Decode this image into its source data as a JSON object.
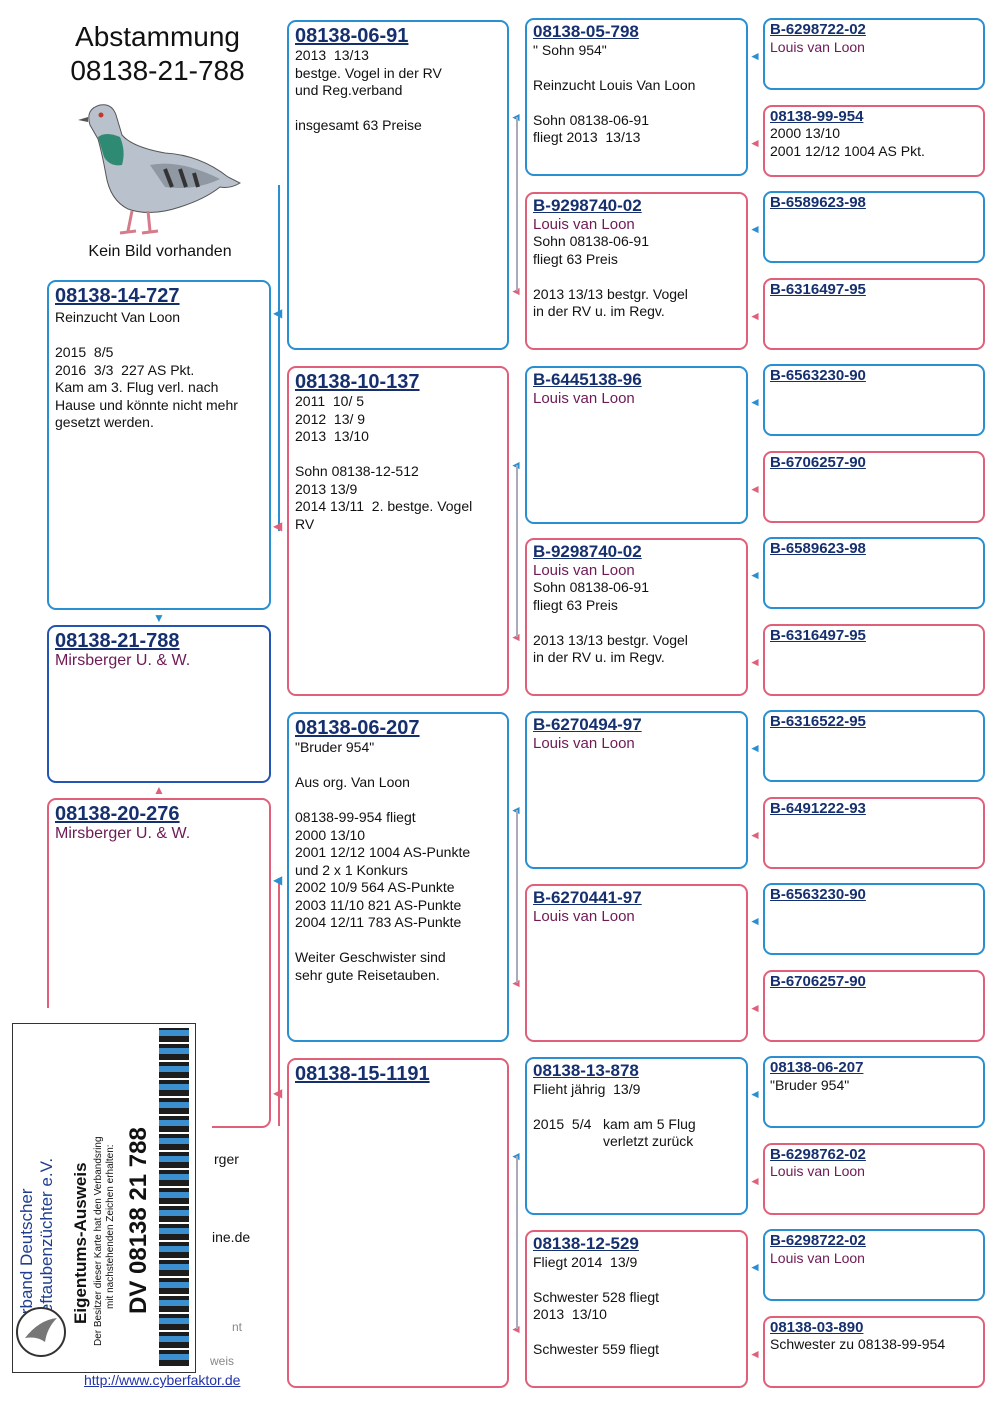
{
  "header": {
    "title_line1": "Abstammung",
    "title_line2": "08138-21-788",
    "no_image_caption": "Kein Bild vorhanden"
  },
  "subject": {
    "id": "08138-21-788",
    "owner": "Mirsberger U. & W."
  },
  "father": {
    "id": "08138-14-727",
    "lines": [
      "Reinzucht Van Loon",
      "",
      "2015  8/5",
      "2016  3/3  227 AS Pkt.",
      "Kam am 3. Flug verl. nach",
      "Hause und könnte nicht mehr",
      "gesetzt werden."
    ]
  },
  "mother": {
    "id": "08138-20-276",
    "owner": "Mirsberger U. & W."
  },
  "ff": {
    "id": "08138-06-91",
    "lines": [
      "2013  13/13",
      "bestge. Vogel in der RV",
      "und Reg.verband",
      "",
      "insgesamt 63 Preise"
    ]
  },
  "fm": {
    "id": "08138-10-137",
    "lines": [
      "2011  10/ 5",
      "2012  13/ 9",
      "2013  13/10",
      "",
      "Sohn 08138-12-512",
      "2013 13/9",
      "2014 13/11  2. bestge. Vogel",
      "RV"
    ]
  },
  "mf": {
    "id": "08138-06-207",
    "lines": [
      "\"Bruder 954\"",
      "",
      "Aus org. Van Loon",
      "",
      "08138-99-954 fliegt",
      "2000 13/10",
      "2001 12/12 1004 AS-Punkte",
      "und 2 x 1 Konkurs",
      "2002 10/9 564 AS-Punkte",
      "2003 11/10 821 AS-Punkte",
      "2004 12/11 783 AS-Punkte",
      "",
      "Weiter Geschwister sind",
      "sehr gute Reisetauben."
    ]
  },
  "mm": {
    "id": "08138-15-1191",
    "lines": []
  },
  "gen3": [
    {
      "id": "08138-05-798",
      "lines": [
        "\" Sohn 954\"",
        "",
        "Reinzucht Louis Van Loon",
        "",
        "Sohn 08138-06-91",
        "fliegt 2013  13/13"
      ]
    },
    {
      "id": "B-9298740-02",
      "owner": "Louis van Loon",
      "lines": [
        "Sohn 08138-06-91",
        "fliegt 63 Preis",
        "",
        "2013 13/13 bestgr. Vogel",
        "in der RV u. im Regv."
      ]
    },
    {
      "id": "B-6445138-96",
      "owner": "Louis van Loon",
      "lines": []
    },
    {
      "id": "B-9298740-02",
      "owner": "Louis van Loon",
      "lines": [
        "Sohn 08138-06-91",
        "fliegt 63 Preis",
        "",
        "2013 13/13 bestgr. Vogel",
        "in der RV u. im Regv."
      ]
    },
    {
      "id": "B-6270494-97",
      "owner": "Louis van Loon",
      "lines": []
    },
    {
      "id": "B-6270441-97",
      "owner": "Louis van Loon",
      "lines": []
    },
    {
      "id": "08138-13-878",
      "lines": [
        "Flieht jährig  13/9",
        "",
        "2015  5/4   kam am 5 Flug",
        "                  verletzt zurück"
      ]
    },
    {
      "id": "08138-12-529",
      "lines": [
        "Fliegt 2014  13/9",
        "",
        "Schwester 528 fliegt",
        "2013  13/10",
        "",
        "Schwester 559 fliegt"
      ]
    }
  ],
  "gen4": [
    {
      "id": "B-6298722-02",
      "owner": "Louis van Loon",
      "lines": []
    },
    {
      "id": "08138-99-954",
      "lines": [
        "2000 13/10",
        "2001 12/12 1004 AS Pkt."
      ]
    },
    {
      "id": "B-6589623-98",
      "lines": []
    },
    {
      "id": "B-6316497-95",
      "lines": []
    },
    {
      "id": "B-6563230-90",
      "lines": []
    },
    {
      "id": "B-6706257-90",
      "lines": []
    },
    {
      "id": "B-6589623-98",
      "lines": []
    },
    {
      "id": "B-6316497-95",
      "lines": []
    },
    {
      "id": "B-6316522-95",
      "lines": []
    },
    {
      "id": "B-6491222-93",
      "lines": []
    },
    {
      "id": "B-6563230-90",
      "lines": []
    },
    {
      "id": "B-6706257-90",
      "lines": []
    },
    {
      "id": "08138-06-207",
      "lines": [
        "\"Bruder 954\""
      ]
    },
    {
      "id": "B-6298762-02",
      "owner": "Louis van Loon",
      "lines": []
    },
    {
      "id": "B-6298722-02",
      "owner": "Louis van Loon",
      "lines": []
    },
    {
      "id": "08138-03-890",
      "lines": [
        "Schwester zu 08138-99-954"
      ]
    }
  ],
  "ownership_card": {
    "org_line1": "Verband Deutscher",
    "org_line2": "Brieftaubenzüchter e.V.",
    "heading": "Eigentums-Ausweis",
    "text_line1": "Der Besitzer dieser Karte hat den Verbandsring",
    "text_line2": "mit nachstehenden Zeichen erhalten:",
    "ring": "DV 08138 21 788"
  },
  "fragments": {
    "f1": "rger",
    "f2": "ine.de",
    "f3": "nt",
    "f4": "weis"
  },
  "footer_link": "http://www.cyberfaktor.de",
  "colors": {
    "blue": "#2a8fd0",
    "pink": "#e0607a",
    "navy": "#2356b4",
    "owner": "#6e1a55"
  }
}
